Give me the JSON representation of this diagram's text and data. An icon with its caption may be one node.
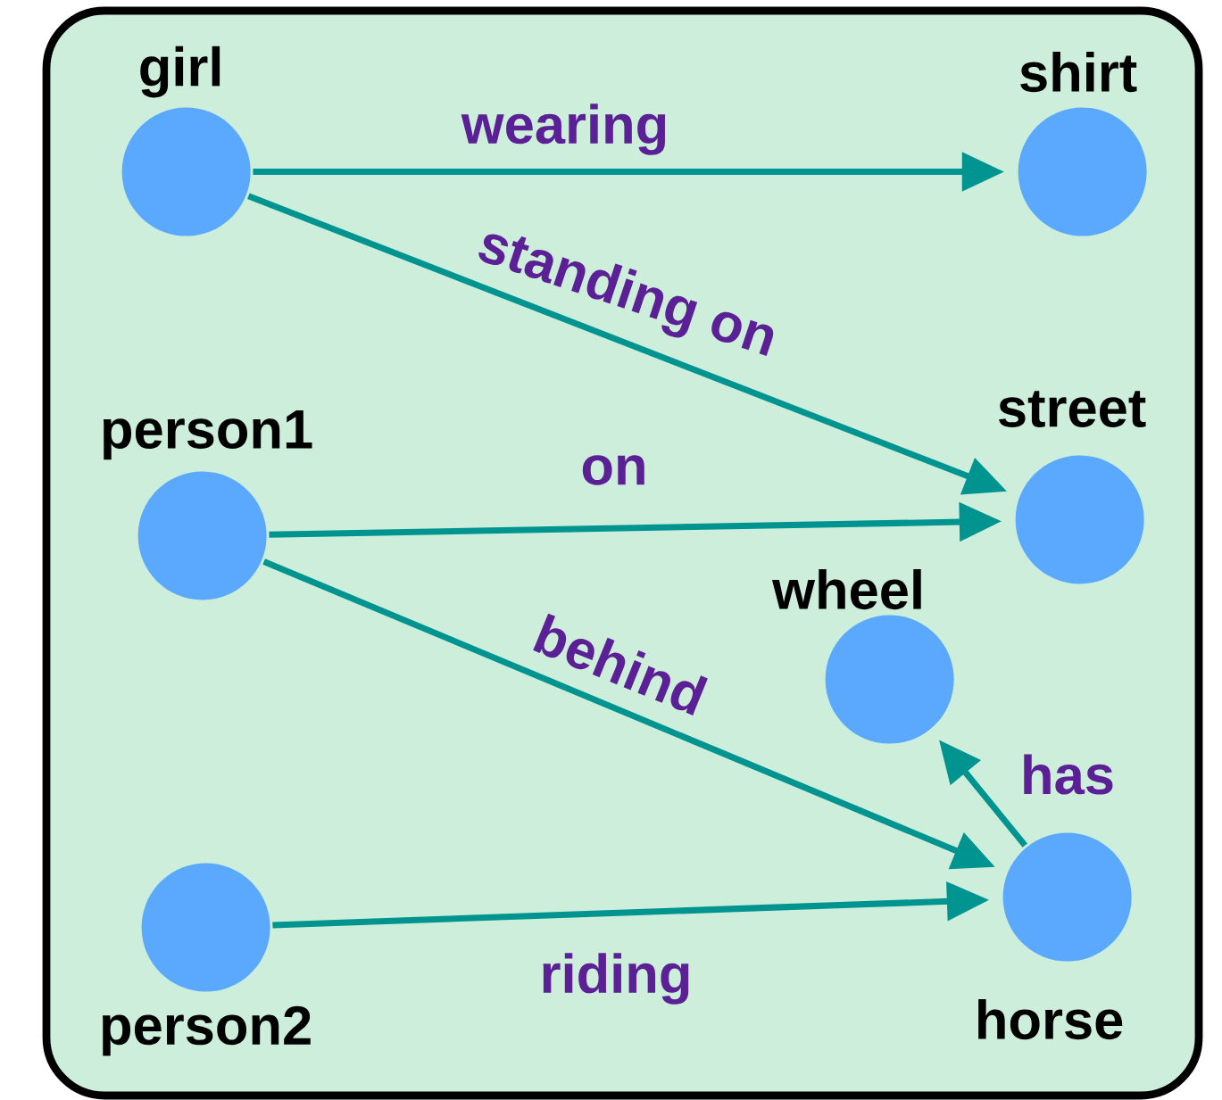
{
  "diagram": {
    "nodes": [
      {
        "text": [],
        "shape": "box"
      },
      {
        "text": [
          "girl"
        ],
        "in": 0
      },
      {
        "text": [
          "shirt"
        ],
        "in": 0
      },
      {
        "text": [
          "person1"
        ],
        "in": 0
      },
      {
        "text": [
          "street"
        ],
        "in": 0
      },
      {
        "text": [
          "wheel"
        ],
        "in": 0
      },
      {
        "text": [
          "person2"
        ],
        "in": 0
      },
      {
        "text": [
          "horse"
        ],
        "in": 0
      }
    ],
    "edges": [
      {
        "from": 1,
        "to": 2,
        "arrow": "to",
        "label": "wearing"
      },
      {
        "from": 1,
        "to": 4,
        "arrow": "to",
        "label": "standing on"
      },
      {
        "from": 3,
        "to": 4,
        "arrow": "to",
        "label": "on"
      },
      {
        "from": 3,
        "to": 7,
        "arrow": "to",
        "label": "behind"
      },
      {
        "from": 6,
        "to": 7,
        "arrow": "to",
        "label": "riding"
      },
      {
        "from": 7,
        "to": 5,
        "arrow": "to",
        "label": "has"
      }
    ]
  }
}
